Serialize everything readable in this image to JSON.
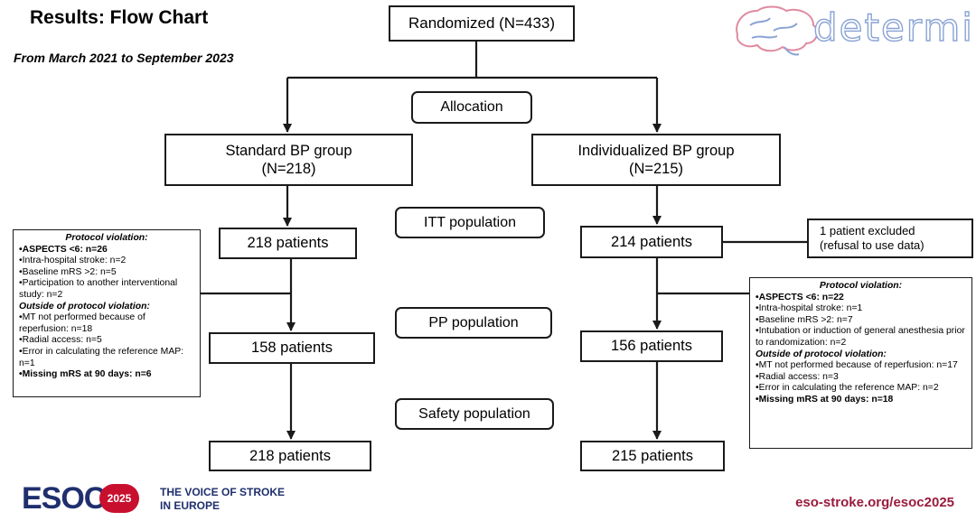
{
  "header": {
    "title": "Results: Flow Chart",
    "subtitle": "From March 2021 to September 2023",
    "logo_text": "determine"
  },
  "flow": {
    "randomized": "Randomized (N=433)",
    "allocation": "Allocation",
    "standard_group": {
      "line1": "Standard BP group",
      "line2": "(N=218)"
    },
    "individualized_group": {
      "line1": "Individualized BP group",
      "line2": "(N=215)"
    },
    "itt_population": "ITT population",
    "pp_population": "PP population",
    "safety_population": "Safety population",
    "standard_itt": "218 patients",
    "standard_pp": "158 patients",
    "standard_safety": "218 patients",
    "individualized_itt": "214 patients",
    "individualized_pp": "156 patients",
    "individualized_safety": "215 patients",
    "excluded": {
      "line1": "1 patient excluded",
      "line2": "(refusal to use data)"
    }
  },
  "left_notes": {
    "heading": "Protocol violation:",
    "items": [
      {
        "text": "•ASPECTS <6: n=26",
        "bold": true
      },
      {
        "text": "•Intra-hospital stroke: n=2",
        "bold": false
      },
      {
        "text": "•Baseline mRS >2: n=5",
        "bold": false
      },
      {
        "text": "•Participation to another interventional study: n=2",
        "bold": false
      }
    ],
    "heading2": "Outside of protocol violation:",
    "items2": [
      {
        "text": "•MT not performed because of reperfusion: n=18",
        "bold": false
      },
      {
        "text": "•Radial access: n=5",
        "bold": false
      },
      {
        "text": "•Error in calculating the reference MAP: n=1",
        "bold": false
      },
      {
        "text": "•Missing mRS at 90 days: n=6",
        "bold": true
      }
    ]
  },
  "right_notes": {
    "heading": "Protocol violation:",
    "items": [
      {
        "text": "•ASPECTS <6: n=22",
        "bold": true
      },
      {
        "text": "•Intra-hospital stroke: n=1",
        "bold": false
      },
      {
        "text": "•Baseline mRS >2: n=7",
        "bold": false
      },
      {
        "text": "•Intubation or induction of general anesthesia prior to randomization: n=2",
        "bold": false
      }
    ],
    "heading2": "Outside of protocol violation:",
    "items2": [
      {
        "text": "•MT not performed because of reperfusion: n=17",
        "bold": false
      },
      {
        "text": "•Radial access: n=3",
        "bold": false
      },
      {
        "text": "•Error in calculating the reference MAP: n=2",
        "bold": false
      },
      {
        "text": "•Missing mRS at 90 days: n=18",
        "bold": true
      }
    ]
  },
  "footer": {
    "esoc_text": "ESOC",
    "esoc_year": "2025",
    "tagline_line1": "THE VOICE OF STROKE",
    "tagline_line2": "IN EUROPE",
    "url": "eso-stroke.org/esoc2025"
  },
  "colors": {
    "esoc_blue": "#1f2f6e",
    "esoc_red": "#c8102e",
    "url_red": "#9a1b3c",
    "logo_blue": "#8aa3d4",
    "logo_pink": "#e08aa0"
  }
}
